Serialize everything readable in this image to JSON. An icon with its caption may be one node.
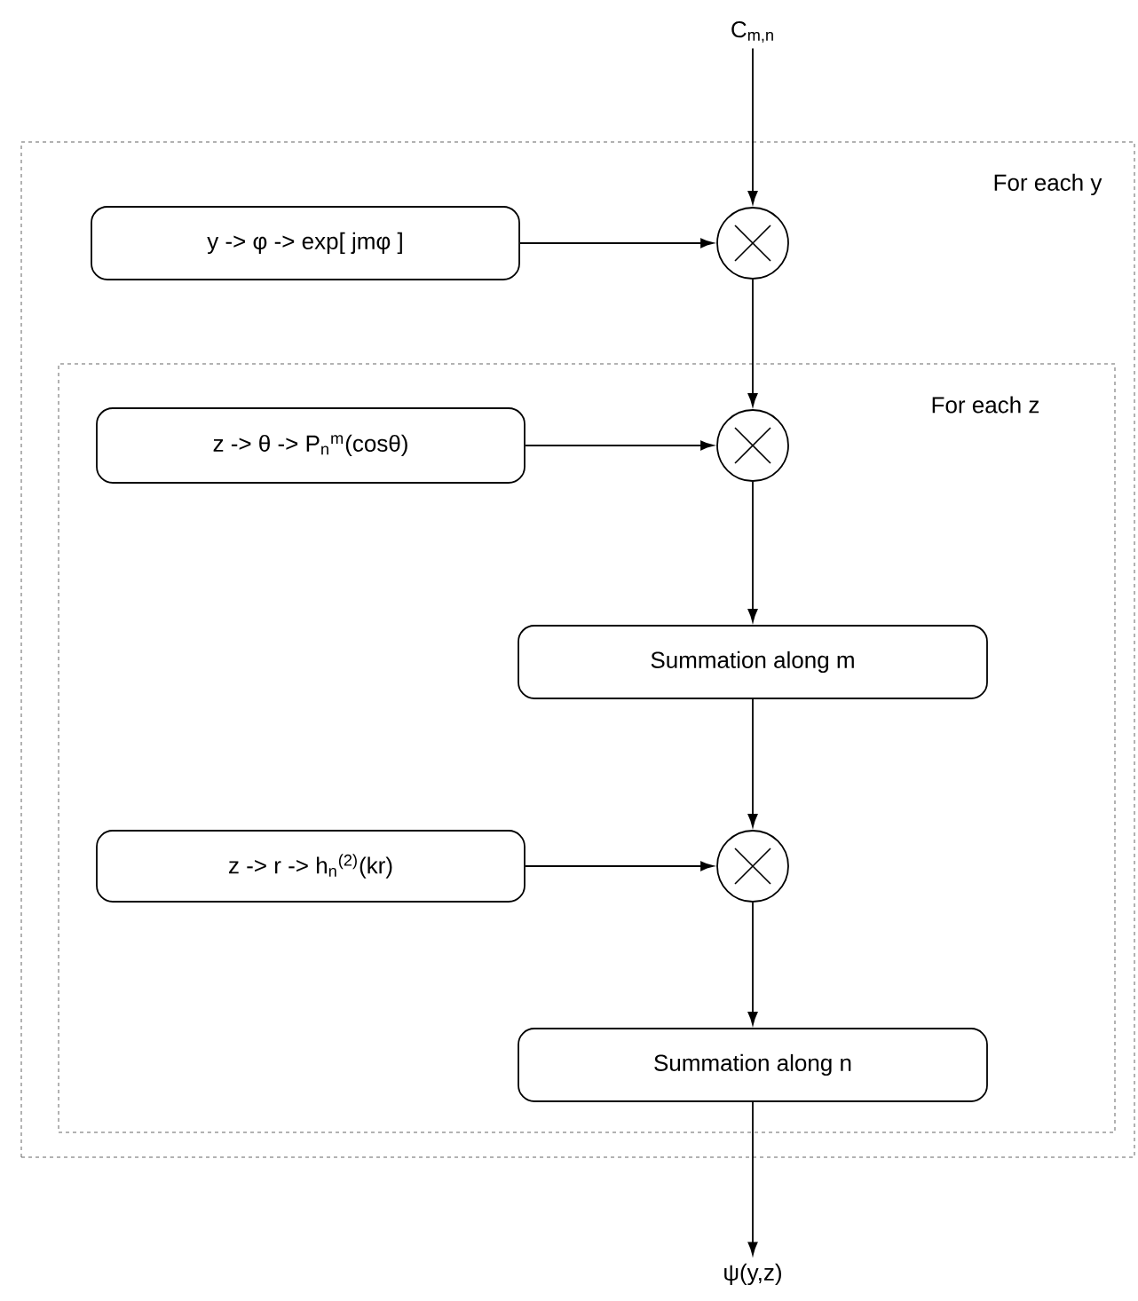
{
  "diagram": {
    "nodes": [
      {
        "text": [
          "C$_{m,n}$"
        ]
      },
      {
        "text": [
          "For each y"
        ]
      },
      {
        "text": [
          "y -> φ -> exp[ jmφ ]"
        ],
        "in": 1
      },
      {
        "text": [],
        "shape": "circle",
        "in": 1
      },
      {
        "text": [
          "For each z"
        ],
        "in": 1
      },
      {
        "text": [
          "z -> θ -> P$_{n}$$^{m}$(cosθ)"
        ],
        "in": 4
      },
      {
        "text": [],
        "shape": "circle",
        "in": 4
      },
      {
        "text": [
          "Summation along m"
        ],
        "in": 4
      },
      {
        "text": [
          "z -> r -> h$_{n}$$^{(2)}$(kr)"
        ],
        "in": 4
      },
      {
        "text": [],
        "shape": "circle",
        "in": 4
      },
      {
        "text": [
          "Summation along n"
        ],
        "in": 4
      },
      {
        "text": [
          "ψ(y,z)"
        ]
      }
    ],
    "edges": [
      {
        "from": 0,
        "to": 3,
        "arrow": "to"
      },
      {
        "from": 2,
        "to": 3,
        "arrow": "to"
      },
      {
        "from": 3,
        "to": 6,
        "arrow": "to"
      },
      {
        "from": 5,
        "to": 6,
        "arrow": "to"
      },
      {
        "from": 6,
        "to": 7,
        "arrow": "to"
      },
      {
        "from": 7,
        "to": 9,
        "arrow": "to"
      },
      {
        "from": 8,
        "to": 9,
        "arrow": "to"
      },
      {
        "from": 9,
        "to": 10,
        "arrow": "to"
      },
      {
        "from": 10,
        "to": 11,
        "arrow": "to"
      }
    ]
  }
}
